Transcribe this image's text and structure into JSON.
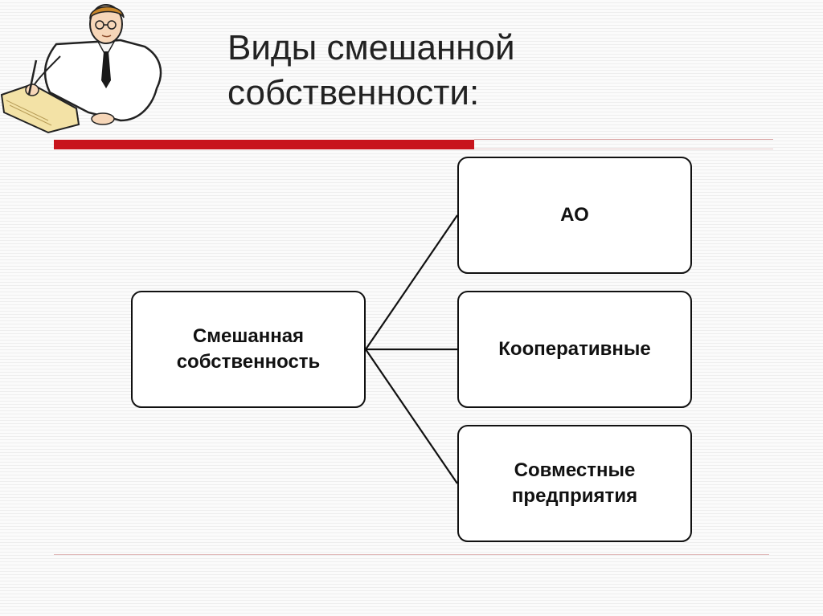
{
  "slide": {
    "title_lines": [
      "Виды смешанной",
      "собственности:"
    ]
  },
  "diagram": {
    "root": {
      "label": "Смешанная\nсобственность"
    },
    "children": [
      {
        "label": "АО"
      },
      {
        "label": "Кооперативные"
      },
      {
        "label": "Совместные\nпредприятия"
      }
    ]
  },
  "colors": {
    "accent_rule": "#c8141c",
    "box_border": "#111111",
    "box_fill": "#ffffff",
    "text": "#111111"
  },
  "icons": {
    "clipart": "writing-scholar-icon"
  }
}
